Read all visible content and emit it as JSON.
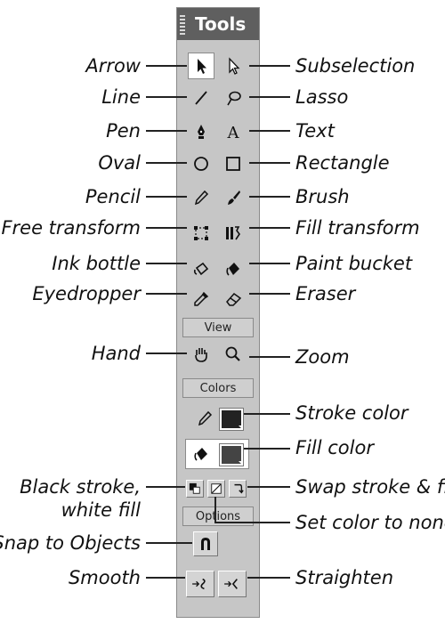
{
  "panel": {
    "title": "Tools",
    "sections": {
      "view": "View",
      "colors": "Colors",
      "options": "Options"
    }
  },
  "labels": {
    "arrow": "Arrow",
    "subselection": "Subselection",
    "line": "Line",
    "lasso": "Lasso",
    "pen": "Pen",
    "text": "Text",
    "oval": "Oval",
    "rectangle": "Rectangle",
    "pencil": "Pencil",
    "brush": "Brush",
    "free_transform": "Free transform",
    "fill_transform": "Fill transform",
    "ink_bottle": "Ink bottle",
    "paint_bucket": "Paint bucket",
    "eyedropper": "Eyedropper",
    "eraser": "Eraser",
    "hand": "Hand",
    "zoom": "Zoom",
    "stroke_color": "Stroke color",
    "fill_color": "Fill color",
    "black_stroke_1": "Black stroke,",
    "black_stroke_2": "white fill",
    "swap": "Swap stroke & fill",
    "set_none": "Set color to none",
    "snap": "Snap to Objects",
    "smooth": "Smooth",
    "straighten": "Straighten"
  },
  "colors": {
    "stroke": "#222222",
    "fill": "#444444",
    "panel": "#c6c6c6",
    "titlebar": "#5f5f5f"
  },
  "icons": [
    "arrow-icon",
    "subselection-icon",
    "line-icon",
    "lasso-icon",
    "pen-icon",
    "text-icon",
    "oval-icon",
    "rectangle-icon",
    "pencil-icon",
    "brush-icon",
    "free-transform-icon",
    "fill-transform-icon",
    "ink-bottle-icon",
    "paint-bucket-icon",
    "eyedropper-icon",
    "eraser-icon",
    "hand-icon",
    "zoom-icon",
    "magnet-icon",
    "smooth-icon",
    "straighten-icon"
  ]
}
